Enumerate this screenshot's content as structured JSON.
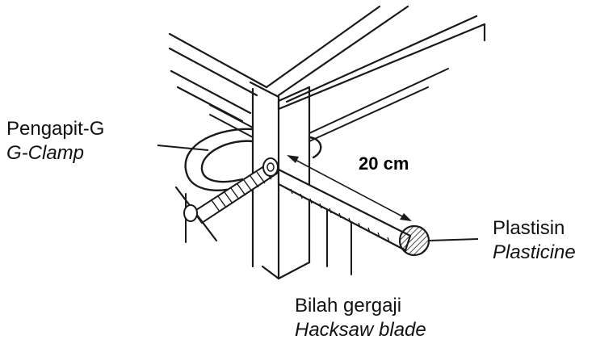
{
  "labels": {
    "g_clamp": {
      "malay": "Pengapit-G",
      "english": "G-Clamp"
    },
    "plasticine": {
      "malay": "Plastisin",
      "english": "Plasticine"
    },
    "hacksaw_blade": {
      "malay": "Bilah gergaji",
      "english": "Hacksaw blade"
    },
    "distance": "20 cm"
  }
}
